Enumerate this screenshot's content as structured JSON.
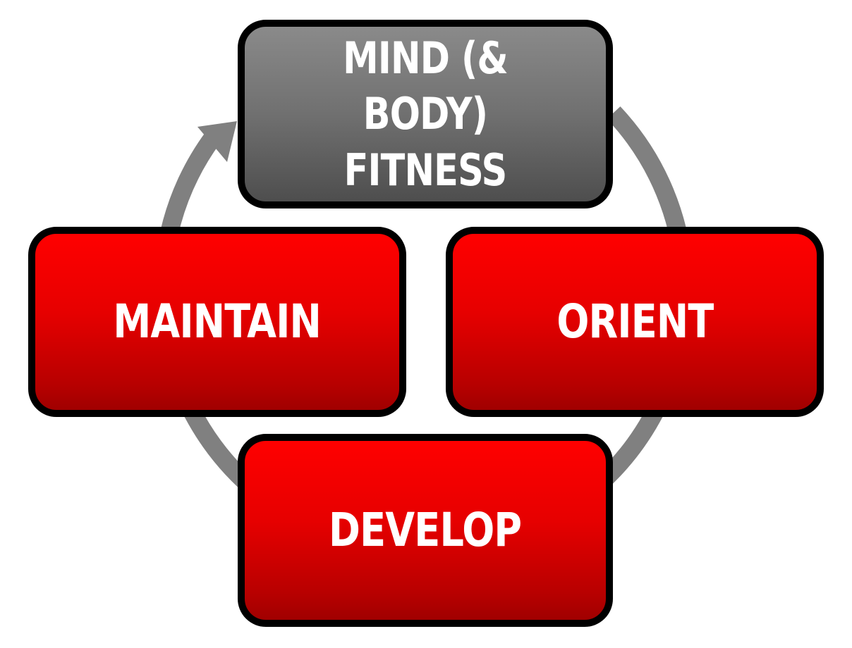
{
  "colors": {
    "ring": "#808080",
    "border": "#000000",
    "top_box": "#707070",
    "stage_box": "#e60000",
    "text": "#ffffff"
  },
  "diagram": {
    "center": {
      "line1": "MIND (& BODY)",
      "line2": "FITNESS"
    },
    "stages": {
      "right": "ORIENT",
      "bottom": "DEVELOP",
      "left": "MAINTAIN"
    },
    "arrow_direction": "clockwise"
  }
}
